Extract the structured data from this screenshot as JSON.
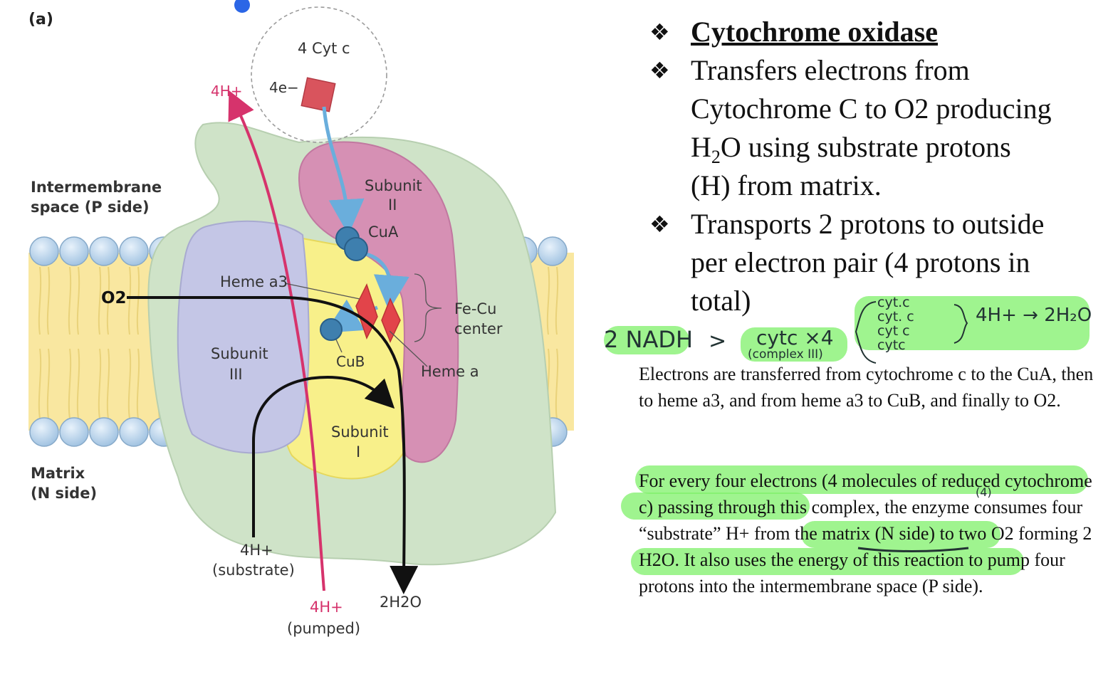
{
  "figure": {
    "panel_label": "(a)",
    "labels": {
      "intermembrane_line1": "Intermembrane",
      "intermembrane_line2": "space (P side)",
      "matrix_line1": "Matrix",
      "matrix_line2": "(N side)",
      "cyt_c": "4 Cyt c",
      "four_e": "4e−",
      "four_h_top": "4H+",
      "subunit_ii_1": "Subunit",
      "subunit_ii_2": "II",
      "cu_a": "CuA",
      "heme_a3": "Heme a3",
      "fe_cu_1": "Fe-Cu",
      "fe_cu_2": "center",
      "heme_a": "Heme a",
      "cu_b": "CuB",
      "subunit_iii_1": "Subunit",
      "subunit_iii_2": "III",
      "subunit_i_1": "Subunit",
      "subunit_i_2": "I",
      "o2": "O2",
      "h_substrate_1": "4H+",
      "h_substrate_2": "(substrate)",
      "h_pumped_1": "4H+",
      "h_pumped_2": "(pumped)",
      "water": "2H2O"
    }
  },
  "bullets": {
    "title": "Cytochrome oxidase",
    "b1_line1": "Transfers electrons from",
    "b1_line2": "Cytochrome C to O2 producing",
    "b1_line3_a": "H",
    "b1_line3_sub": "2",
    "b1_line3_b": "O using substrate protons",
    "b1_line4": "(H) from matrix.",
    "b2_line1": "Transports 2 protons to outside",
    "b2_line2": "per electron pair (4 protons in",
    "b2_line3": "total)"
  },
  "handwriting": {
    "nadh": "2 NADH",
    "arrow": ">",
    "cytc": "cytc ×4",
    "complex": "(complex III)",
    "cyt1": "cyt.c",
    "cyt2": "cyt. c",
    "cyt3": "cyt c",
    "cyt4": "cytc",
    "result": "4H+ → 2H₂O",
    "four_mark": "(4)"
  },
  "paragraph1": {
    "text": "Electrons are transferred from cytochrome c to the CuA, then to heme a3, and from heme a3 to CuB, and finally to O2."
  },
  "paragraph2": {
    "text": "For every four electrons (4 molecules of reduced cytochrome c) passing through this complex, the enzyme consumes four “substrate” H+ from the matrix (N side) to two O2 forming 2 H2O. It also uses the energy of this reaction to pump four protons into the intermembrane space (P side)."
  },
  "colors": {
    "highlight": "#7ff06a",
    "proton_red": "#d6336c",
    "electron_blue": "#6aaedc",
    "subunit_ii": "#d690b4",
    "subunit_iii": "#c4c6e6",
    "subunit_i": "#f8f08a",
    "complex_green": "#cfe3c8"
  }
}
